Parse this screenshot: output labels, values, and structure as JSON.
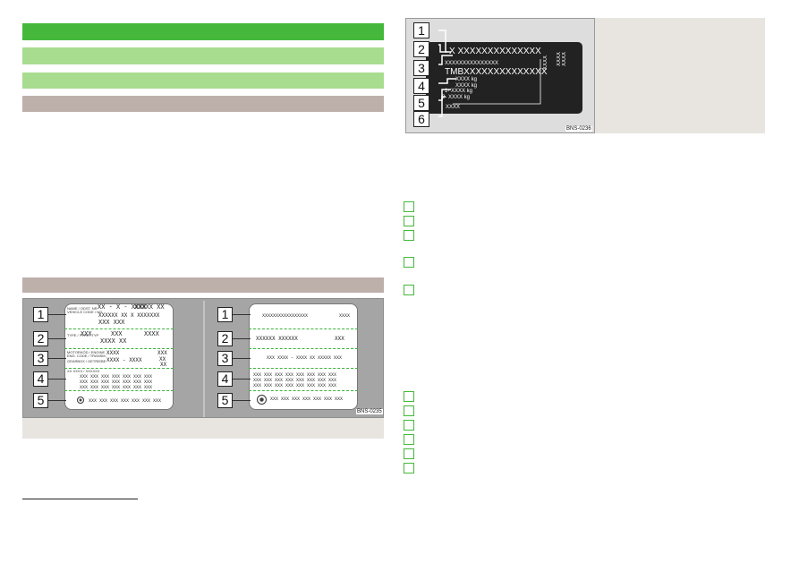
{
  "fig_labels": {
    "left": {
      "row1": [
        "NAME / ODST. NR.",
        "VEHICLE CODE / NO.",
        "XX - X - XXXX",
        "XXXXX  XX",
        "XXXXXX  XX  X  XXXXXXX",
        "XXX  XXX"
      ],
      "row2": [
        "TYPE / TYPE / TYP",
        "XXX",
        "XXX",
        "XXXX",
        "XXXX  XX"
      ],
      "row3": [
        "MOTORKÓD / ENGINE",
        "ENG. CODE / TRANSM.",
        "XXXX",
        "XXX",
        "XX",
        "GEARBOX / GETRIEBE",
        "XXXX - XXXX",
        "XX"
      ],
      "row4_head": "XX  XXXX / XXXXXX",
      "row4": [
        "XXX  XXX  XXX  XXX  XXX  XXX  XXX",
        "XXX  XXX  XXX  XXX  XXX  XXX  XXX",
        "XXX  XXX  XXX  XXX  XXX  XXX  XXX"
      ],
      "row5": "XXX  XXX  XXX  XXX  XXX  XXX  XXX"
    },
    "right": {
      "row1": [
        "XXXXXXXXXXXXXXXXX",
        "XXXX"
      ],
      "row2": [
        "XXXXXX  XXXXXX",
        "XXX"
      ],
      "row3": "XXX  XXXX - XXXX  XX  XXXXX  XXX",
      "row4": [
        "XXX  XXX  XXX  XXX  XXX  XXX  XXX  XXX",
        "XXX  XXX  XXX  XXX  XXX  XXX  XXX  XXX",
        "XXX  XXX  XXX  XXX  XXX  XXX  XXX  XXX"
      ],
      "row5": "XXX  XXX  XXX  XXX  XXX  XXX  XXX"
    },
    "numbers": [
      "1",
      "2",
      "3",
      "4",
      "5"
    ],
    "code": "BNS-0235"
  },
  "plate": {
    "line1": "X  XXXXXXXXXXXXXX",
    "line2": "XXXXXXXXXXXXXXX",
    "line3": "TMBXXXXXXXXXXXXXX",
    "weight1": "XXXX  kg",
    "weight2": "XXXX  kg",
    "axle1": "1-  XXXX  kg",
    "axle2": "2-  XXXX  kg",
    "bottom": "XXXX",
    "side_col1": "XXXX",
    "side_col2": "XXXX",
    "side_col3": "XXXX",
    "numbers": [
      "1",
      "2",
      "3",
      "4",
      "5",
      "6"
    ],
    "code": "BNS-0236"
  },
  "colors": {
    "green_dark": "#45b83b",
    "green_light": "#a8dc8f",
    "taupe": "#bdb0ab",
    "caption_bg": "#e8e5e0",
    "plate_bg": "#222222"
  }
}
